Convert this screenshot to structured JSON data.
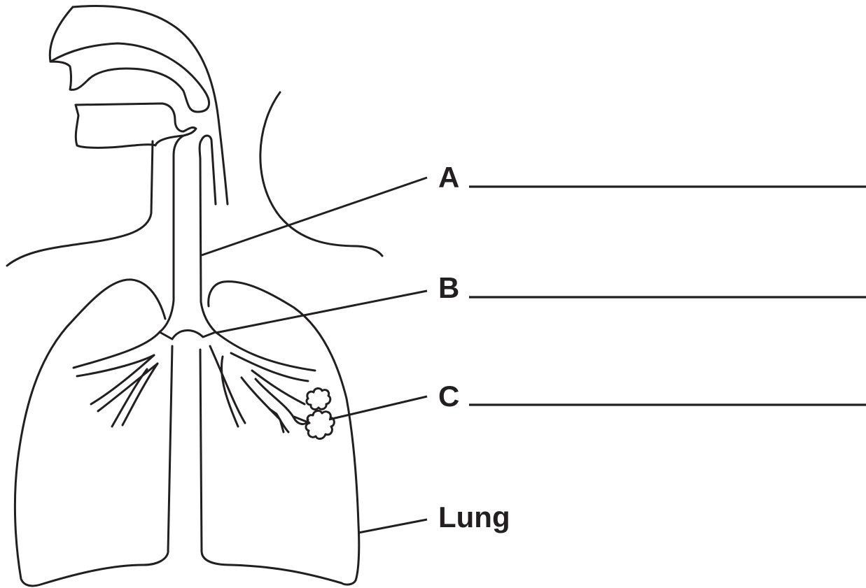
{
  "diagram": {
    "labels": [
      {
        "id": "a",
        "text": "A"
      },
      {
        "id": "b",
        "text": "B"
      },
      {
        "id": "c",
        "text": "C"
      },
      {
        "id": "lung",
        "text": "Lung"
      }
    ]
  }
}
